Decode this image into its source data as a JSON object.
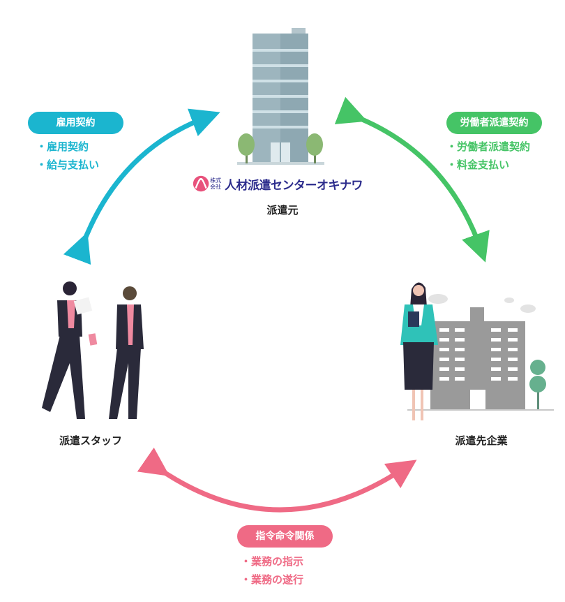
{
  "colors": {
    "employment": "#1bb5cf",
    "dispatch": "#45c466",
    "command": "#ef6a85",
    "building": "#7f9aa6",
    "company_building": "#9a9a9a"
  },
  "employment": {
    "title": "雇用契約",
    "items": [
      "雇用契約",
      "給与支払い"
    ]
  },
  "dispatch_contract": {
    "title": "労働者派遣契約",
    "items": [
      "労働者派遣契約",
      "料金支払い"
    ]
  },
  "command": {
    "title": "指令命令関係",
    "items": [
      "業務の指示",
      "業務の遂行"
    ]
  },
  "nodes": {
    "origin": "派遣元",
    "staff": "派遣スタッフ",
    "client": "派遣先企業"
  },
  "logo": {
    "small": "株式会社",
    "text": "人材派遣センターオキナワ"
  }
}
